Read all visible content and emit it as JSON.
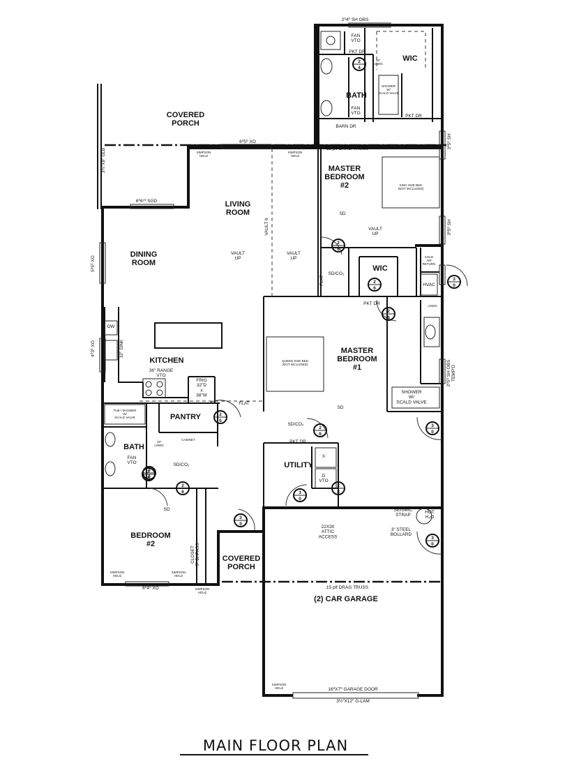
{
  "title": "MAIN FLOOR PLAN",
  "rooms": {
    "covered_porch_rear": "COVERED\nPORCH",
    "living": "LIVING\nROOM",
    "dining": "DINING\nROOM",
    "kitchen": "KITCHEN",
    "master_bed_2": "MASTER\nBEDROOM\n#2",
    "master_bed_1": "MASTER\nBEDROOM\n#1",
    "wic_top": "WIC",
    "wic_mid": "WIC",
    "bath_top": "BATH",
    "bath_left": "BATH",
    "pantry": "PANTRY",
    "utility": "UTILITY",
    "bedroom_2": "BEDROOM\n#2",
    "covered_porch_front": "COVERED\nPORCH",
    "garage": "(2) CAR GARAGE",
    "hvac": "HVAC",
    "linen_mb": "LINEN"
  },
  "notes": {
    "win_sh_obs_top": "2⁰4⁰ SH OBS",
    "fan_vto_top": "FAN\nVTO",
    "fan_vto_bath": "FAN\nVTO",
    "pkt_dr_wic": "PKT DR",
    "pkt_dr_shower": "PKT DR",
    "pkt_dr_mb": "PKT DR",
    "pkt_dr_utility": "PKT DR",
    "barn_dr": "BARN DR",
    "linen_top": "18\"\nLINEN",
    "shower_top": "SHOWER\nW/\nSCALD VALVE",
    "drag_truss_top": "15 plf DRAG TRUSS",
    "drag_truss_garage": "15 plf DRAG TRUSS",
    "win_xo_top": "6⁰5⁰ XO",
    "simpson_1": "SIMPSON\nHDU2",
    "simpson_2": "SIMPSON\nHDU2",
    "simpson_3": "SIMPSON\nHDU2",
    "simpson_4": "SIMPSON\nHDU2",
    "simpson_5": "SIMPSON\nHDU2",
    "simpson_6": "SIMPSON\nHDU2",
    "win_sh_mb2a": "3⁰5⁰ SH",
    "win_sh_mb2b": "3⁰5⁰ SH",
    "sgd": "6⁰6¹⁰ SGD",
    "win_xo_dining": "5⁰5⁰ XO",
    "win_xo_kitchen": "4⁰3⁰ XO",
    "vault_living": "VAULT\nUP",
    "vault_mid": "VAULT\nUP",
    "vault_mb2": "VAULT\nUP",
    "vault_line": "VAULT 6",
    "sd_mb2": "SD",
    "sd_co2_hall": "SD/CO₂",
    "flat_hall": "FLAT",
    "flat_kitchen": "FLAT",
    "sd_mb1": "SD",
    "sd_co2_mb1": "SD/CO₂",
    "cold_air": "COLD\nAIR\nRETURN",
    "dw": "DW",
    "sink": "32\" SINK",
    "range": "36\" RANGE\nVTO",
    "frig": "FRIG\n32\"D\nx\n38\"W",
    "tub": "TUB / SHOWER\nW/\nSCALD VALVE",
    "linen_bath": "18\"\nLINEN",
    "cabinet": "CABINET",
    "sd_co2_bath": "SD/CO₂",
    "sd_bed2": "SD",
    "closet": "CLOSET\n5⁰ BI-PASS",
    "win_xo_bed2": "6⁰4⁰ XO",
    "win_sh_obs_mb": "2⁰5⁰ SH OBS\nTEMP'D",
    "shower_mb": "SHOWER\nW/\nSCALD VALVE",
    "wd_x": "X",
    "wd_d": "D\nVTO",
    "attic": "22X30\nATTIC\nACCESS",
    "seismic": "SEISMIC\nSTRAP",
    "hot_water": "HOT\nH₂O",
    "bollard": "3\" STEEL\nBOLLARD",
    "garage_door": "16⁰X7⁰ GARAGE DOOR",
    "glam": "3½\"X12\" G-LAM",
    "bed_master2": "KING SIZE BED\n(NOT INCLUDED)",
    "bed_master1": "QUEEN SIZE BED\n(NOT INCLUDED)",
    "beam_label": "3½\"X8\" GLB"
  },
  "door_tags": [
    "2\n4",
    "2\n6",
    "2\n6",
    "3\n0",
    "2\n6",
    "2\n6",
    "2\n6",
    "3\n0",
    "2\n6",
    "2\n6",
    "2\n6",
    "3\n0",
    "2\n8",
    "3\n0",
    "3\n0",
    "3\n0",
    "3\n0"
  ]
}
